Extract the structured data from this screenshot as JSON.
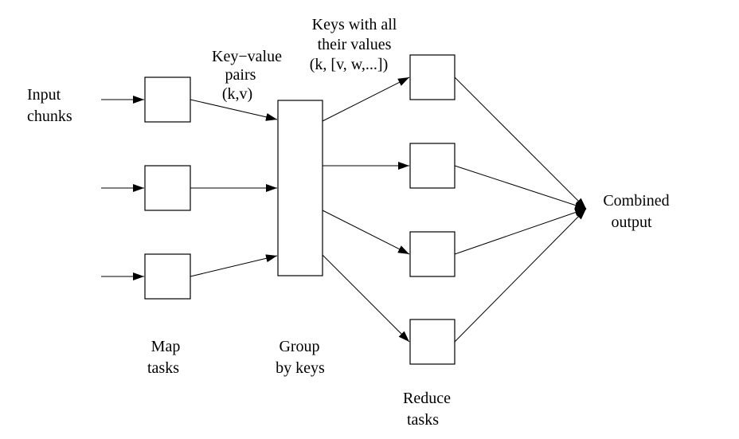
{
  "diagram": {
    "type": "flowchart",
    "title": "",
    "labels": {
      "input": [
        "Input",
        "chunks"
      ],
      "kv_pairs": [
        "Key−value",
        "pairs",
        "(k,v)"
      ],
      "keys_values": [
        "Keys with all",
        "their values",
        "(k, [v, w,...])"
      ],
      "combined": [
        "Combined",
        "output"
      ],
      "map": [
        "Map",
        "tasks"
      ],
      "group": [
        "Group",
        "by keys"
      ],
      "reduce": [
        "Reduce",
        "tasks"
      ]
    },
    "nodes": [
      {
        "id": "map1",
        "kind": "map-task"
      },
      {
        "id": "map2",
        "kind": "map-task"
      },
      {
        "id": "map3",
        "kind": "map-task"
      },
      {
        "id": "group",
        "kind": "group-by-keys"
      },
      {
        "id": "reduce1",
        "kind": "reduce-task"
      },
      {
        "id": "reduce2",
        "kind": "reduce-task"
      },
      {
        "id": "reduce3",
        "kind": "reduce-task"
      },
      {
        "id": "reduce4",
        "kind": "reduce-task"
      },
      {
        "id": "output",
        "kind": "combined-output"
      }
    ],
    "edges": [
      {
        "from": "input",
        "to": "map1"
      },
      {
        "from": "input",
        "to": "map2"
      },
      {
        "from": "input",
        "to": "map3"
      },
      {
        "from": "map1",
        "to": "group"
      },
      {
        "from": "map2",
        "to": "group"
      },
      {
        "from": "map3",
        "to": "group"
      },
      {
        "from": "group",
        "to": "reduce1"
      },
      {
        "from": "group",
        "to": "reduce2"
      },
      {
        "from": "group",
        "to": "reduce3"
      },
      {
        "from": "group",
        "to": "reduce4"
      },
      {
        "from": "reduce1",
        "to": "output"
      },
      {
        "from": "reduce2",
        "to": "output"
      },
      {
        "from": "reduce3",
        "to": "output"
      },
      {
        "from": "reduce4",
        "to": "output"
      }
    ]
  }
}
